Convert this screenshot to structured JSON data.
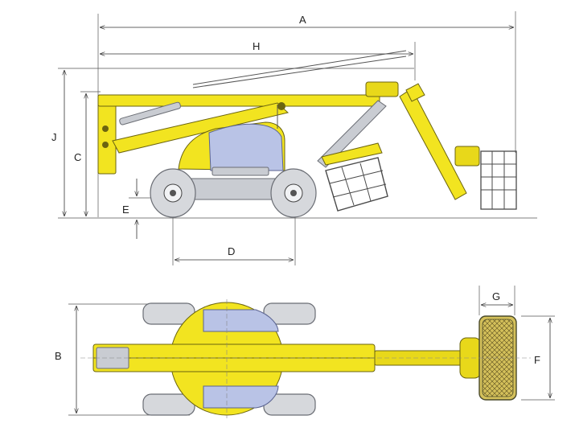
{
  "labels": {
    "A": "A",
    "H": "H",
    "J": "J",
    "C": "C",
    "E": "E",
    "D": "D",
    "B": "B",
    "G": "G",
    "F": "F"
  },
  "colors": {
    "machine_body": "#f2e420",
    "cab_glass": "#b9c3e6",
    "tyres": "#d6d8dc",
    "basket_top": "#d4c05a"
  }
}
